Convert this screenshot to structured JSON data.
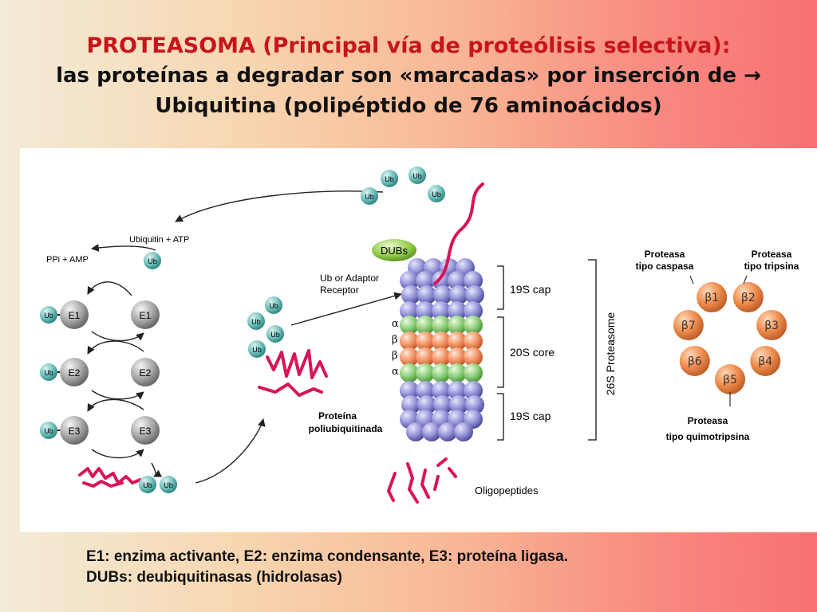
{
  "title": {
    "line1": "PROTEASOMA (Principal vía de proteólisis selectiva):",
    "line2a": "las proteínas a degradar son «marcadas» por inserción de ",
    "arrow": "→",
    "line3": "Ubiquitina (polipéptido de 76 aminoácidos)"
  },
  "diagram": {
    "ub": "Ub",
    "ubiquitin_atp": "Ubiquitin + ATP",
    "ppi_amp": "PPi + AMP",
    "e1": "E1",
    "e2": "E2",
    "e3": "E3",
    "dubs": "DUBs",
    "ub_receptor": [
      "Ub or Adaptor",
      "Receptor"
    ],
    "alpha": "α",
    "beta": "β",
    "cap_19s": "19S cap",
    "core_20s": "20S core",
    "proteasome_26s": "26S Proteasome",
    "poliubiquitinada": [
      "Proteína",
      "poliubiquitinada"
    ],
    "oligopeptides": "Oligopeptides",
    "caspasa": [
      "Proteasa",
      "tipo caspasa"
    ],
    "tripsina": [
      "Proteasa",
      "tipo tripsina"
    ],
    "quimotripsina": [
      "Proteasa",
      "tipo quimotripsina"
    ],
    "beta_units": [
      "β1",
      "β2",
      "β3",
      "β4",
      "β5",
      "β6",
      "β7"
    ]
  },
  "caption": {
    "line1": "E1: enzima activante, E2: enzima condensante, E3: proteína ligasa.",
    "line2": "DUBs: deubiquitinasas (hidrolasas)"
  },
  "colors": {
    "title_red": "#c8141b",
    "ub_teal": "#5fb7b3",
    "enzyme_gray": "#9a9a9a",
    "dubs_green": "#8cc63f",
    "sphere_blue": "#8f8fd6",
    "sphere_green": "#8ccc78",
    "sphere_orange": "#f09060",
    "beta_orange": "#ee8a4a",
    "protein_magenta": "#d8145a"
  }
}
